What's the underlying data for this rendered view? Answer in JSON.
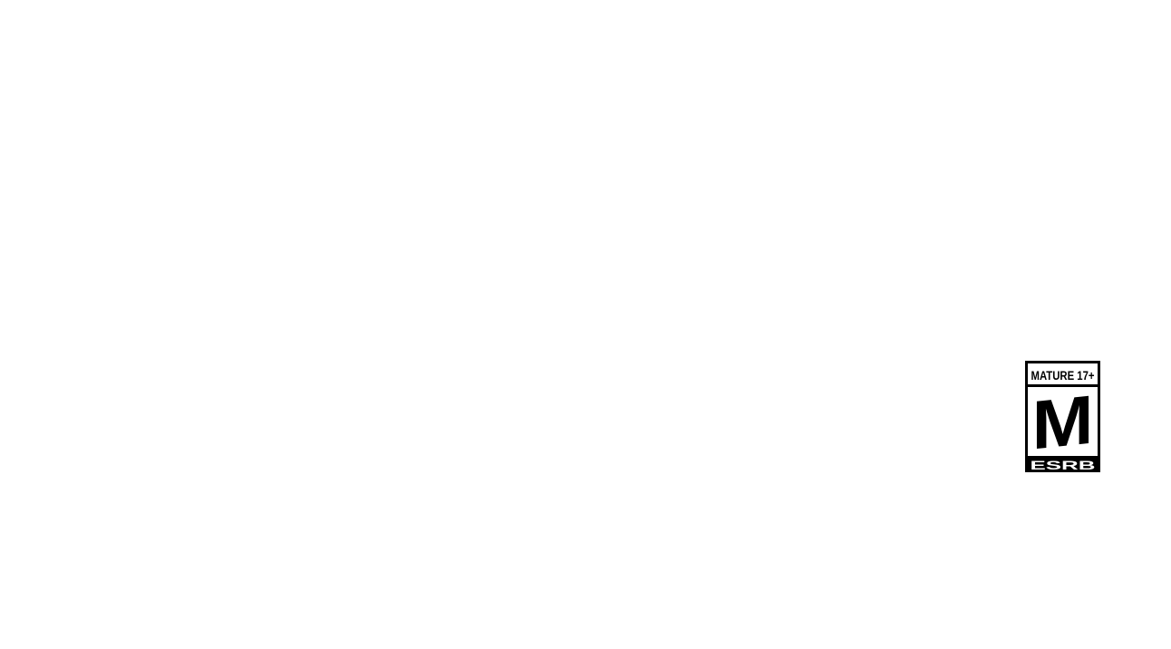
{
  "rating": {
    "label": "MATURE 17+",
    "letter": "M",
    "board": "ESRB",
    "colors": {
      "ink": "#000000",
      "paper": "#ffffff"
    }
  }
}
